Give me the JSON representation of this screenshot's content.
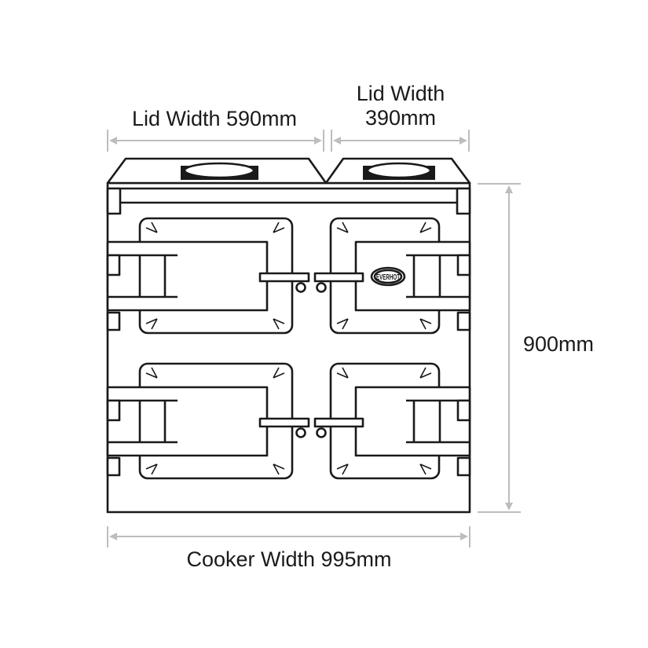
{
  "dimensions": {
    "lid_left_label": "Lid Width 590mm",
    "lid_right_label_line1": "Lid Width",
    "lid_right_label_line2": "390mm",
    "height_label": "900mm",
    "width_label": "Cooker Width 995mm"
  },
  "logo": {
    "text": "EVERHOT"
  },
  "colors": {
    "outline": "#1a1a1a",
    "dimension_lines": "#bdbdbd",
    "background": "#ffffff"
  }
}
